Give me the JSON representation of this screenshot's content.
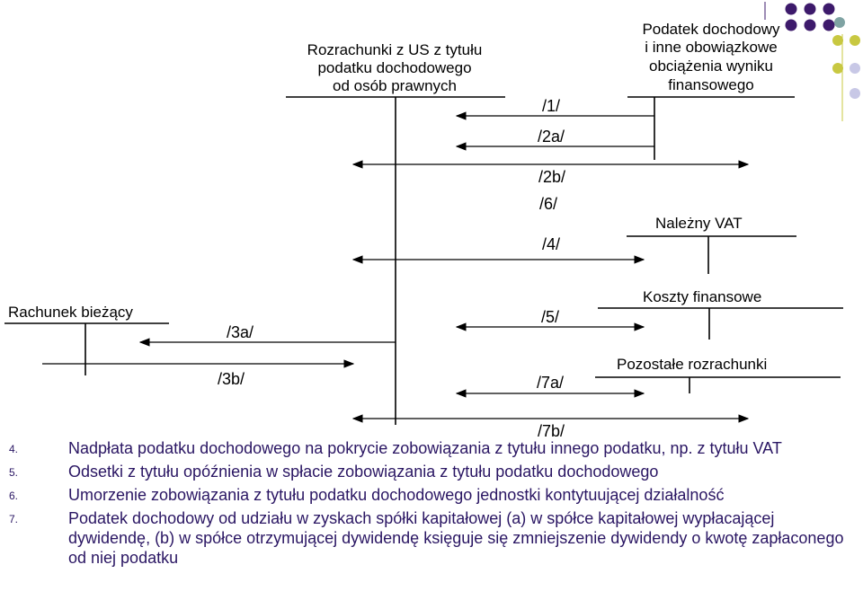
{
  "accounts": {
    "us": [
      "Rozrachunki z US z tytułu",
      "podatku dochodowego",
      "od osób prawnych"
    ],
    "pd": [
      "Podatek dochodowy",
      "i inne obowiązkowe",
      "obciążenia wyniku",
      "finansowego"
    ],
    "vat": [
      "Należny VAT"
    ],
    "rb": [
      "Rachunek bieżący"
    ],
    "kf": [
      "Koszty finansowe"
    ],
    "pr": [
      "Pozostałe rozrachunki"
    ]
  },
  "operations": [
    "/1/",
    "/2a/",
    "/2b/",
    "/6/",
    "/4/",
    "/5/",
    "/3a/",
    "/3b/",
    "/7a/",
    "/7b/"
  ],
  "notes": [
    {
      "num": "4.",
      "text": "Nadpłata podatku dochodowego na pokrycie zobowiązania z tytułu innego podatku, np. z tytułu VAT"
    },
    {
      "num": "5.",
      "text": "Odsetki z tytułu opóźnienia w spłacie zobowiązania z tytułu podatku dochodowego"
    },
    {
      "num": "6.",
      "text": "Umorzenie zobowiązania z tytułu podatku dochodowego jednostki kontytuującej działalność"
    },
    {
      "num": "7.",
      "text": "Podatek dochodowy od udziału w zyskach spółki kapitałowej (a) w spółce kapitałowej wypłacającej dywidendę, (b) w spółce otrzymującej dywidendę księguje się zmniejszenie dywidendy o kwotę zapłaconego od niej podatku"
    }
  ],
  "colors": {
    "dark_purple": "#3d1a6b",
    "olive": "#c8c841",
    "teal": "#7fa3a3",
    "lavender": "#c8c8e6",
    "note_text": "#2a1663"
  }
}
